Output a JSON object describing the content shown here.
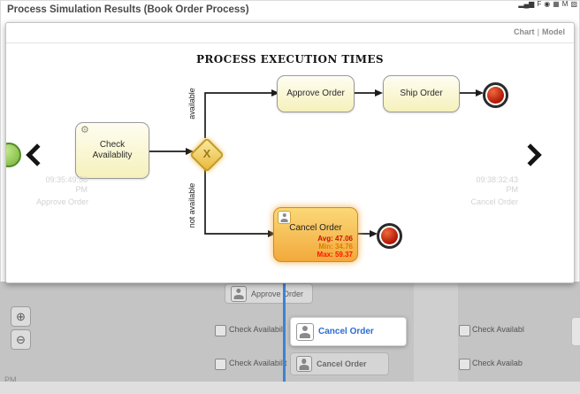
{
  "header": {
    "title": "Process Simulation Results (Book Order Process)",
    "icons": [
      {
        "name": "bar-chart",
        "glyph": "▂▄▆"
      },
      {
        "name": "flash",
        "glyph": "F"
      },
      {
        "name": "record",
        "glyph": "◉"
      },
      {
        "name": "grid",
        "glyph": "▦"
      },
      {
        "name": "letter-m",
        "glyph": "M"
      },
      {
        "name": "pattern",
        "glyph": "▨"
      }
    ]
  },
  "panel": {
    "view_switch": {
      "chart": "Chart",
      "separator": "|",
      "model": "Model"
    },
    "title": "PROCESS EXECUTION TIMES"
  },
  "diagram": {
    "check_task": {
      "icon": "⚙",
      "line1": "Check",
      "line2": "Availablity"
    },
    "gateway_marker": "X",
    "branch_labels": {
      "available": "available",
      "not_available": "not available"
    },
    "approve_task": "Approve Order",
    "ship_task": "Ship Order",
    "cancel_task": {
      "label": "Cancel Order",
      "avg": "Avg: 47.06",
      "min": "Min: 34.76",
      "max": "Max: 59.37"
    },
    "ghosts": {
      "left_time": "09:35:49:58",
      "left_meridiem": "PM",
      "left_task": "Approve Order",
      "right_time": "09:38:32:43",
      "right_meridiem": "PM",
      "right_task": "Cancel Order"
    }
  },
  "timeline": {
    "zoom_in": "⊕",
    "zoom_out": "⊖",
    "approve_item": "Approve Order",
    "rows": [
      {
        "left_label": "Check Availabil",
        "cancel_label": "Cancel Order",
        "right_label": "Check Availabl"
      },
      {
        "left_label": "Check Availabilit",
        "cancel_label": "Cancel Order",
        "right_label": "Check Availab"
      }
    ],
    "bottom_left": "PM"
  },
  "colors": {
    "cursor_blue": "#3d82d8",
    "task_fill": "#f6f1bb",
    "highlight_orange": "#f2a93b",
    "stat_avg_red": "#cc1100",
    "stat_min_orange": "#e07b00",
    "stat_max_red": "#ff1500",
    "start_green": "#74b23a",
    "end_red": "#b01505"
  }
}
